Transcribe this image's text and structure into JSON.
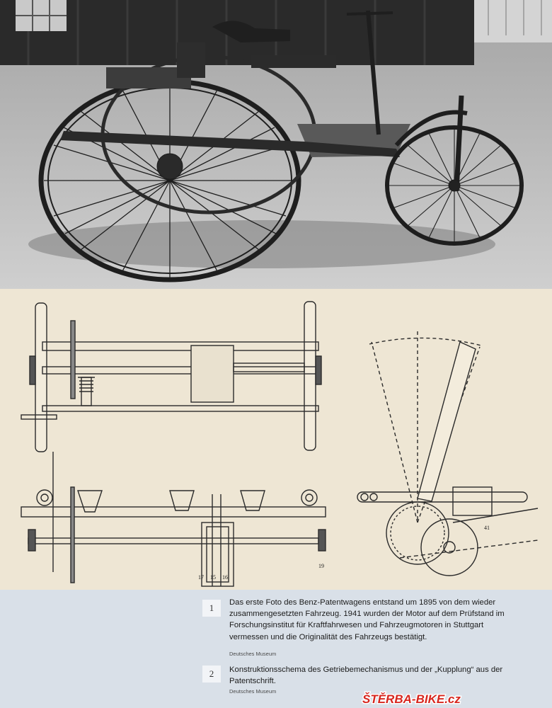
{
  "captions": [
    {
      "number": "1",
      "text": "Das erste Foto des Benz-Patentwagens entstand um 1895 von dem wieder zusammengesetzten Fahrzeug. 1941 wurden der Motor auf dem Prüfstand im Forschungsinstitut für Kraftfahrwesen und Fahrzeugmotoren in Stuttgart vermessen und die Originalität des Fahrzeugs bestätigt.",
      "source": "Deutsches Museum"
    },
    {
      "number": "2",
      "text": "Konstruktionsschema des Getriebemechanismus und der „Kupplung“ aus der Patentschrift.",
      "source": "Deutsches Museum"
    }
  ],
  "drawing_labels": {
    "label_15": "15",
    "label_16": "16",
    "label_17": "17",
    "label_19": "19",
    "label_41": "41"
  },
  "watermark": {
    "brand": "ŠTĚRBA",
    "dash": "-",
    "suffix": "BIKE.cz"
  },
  "colors": {
    "caption_bg": "#d9e0e8",
    "drawing_bg": "#eee6d4",
    "watermark_red": "#d7261e"
  }
}
